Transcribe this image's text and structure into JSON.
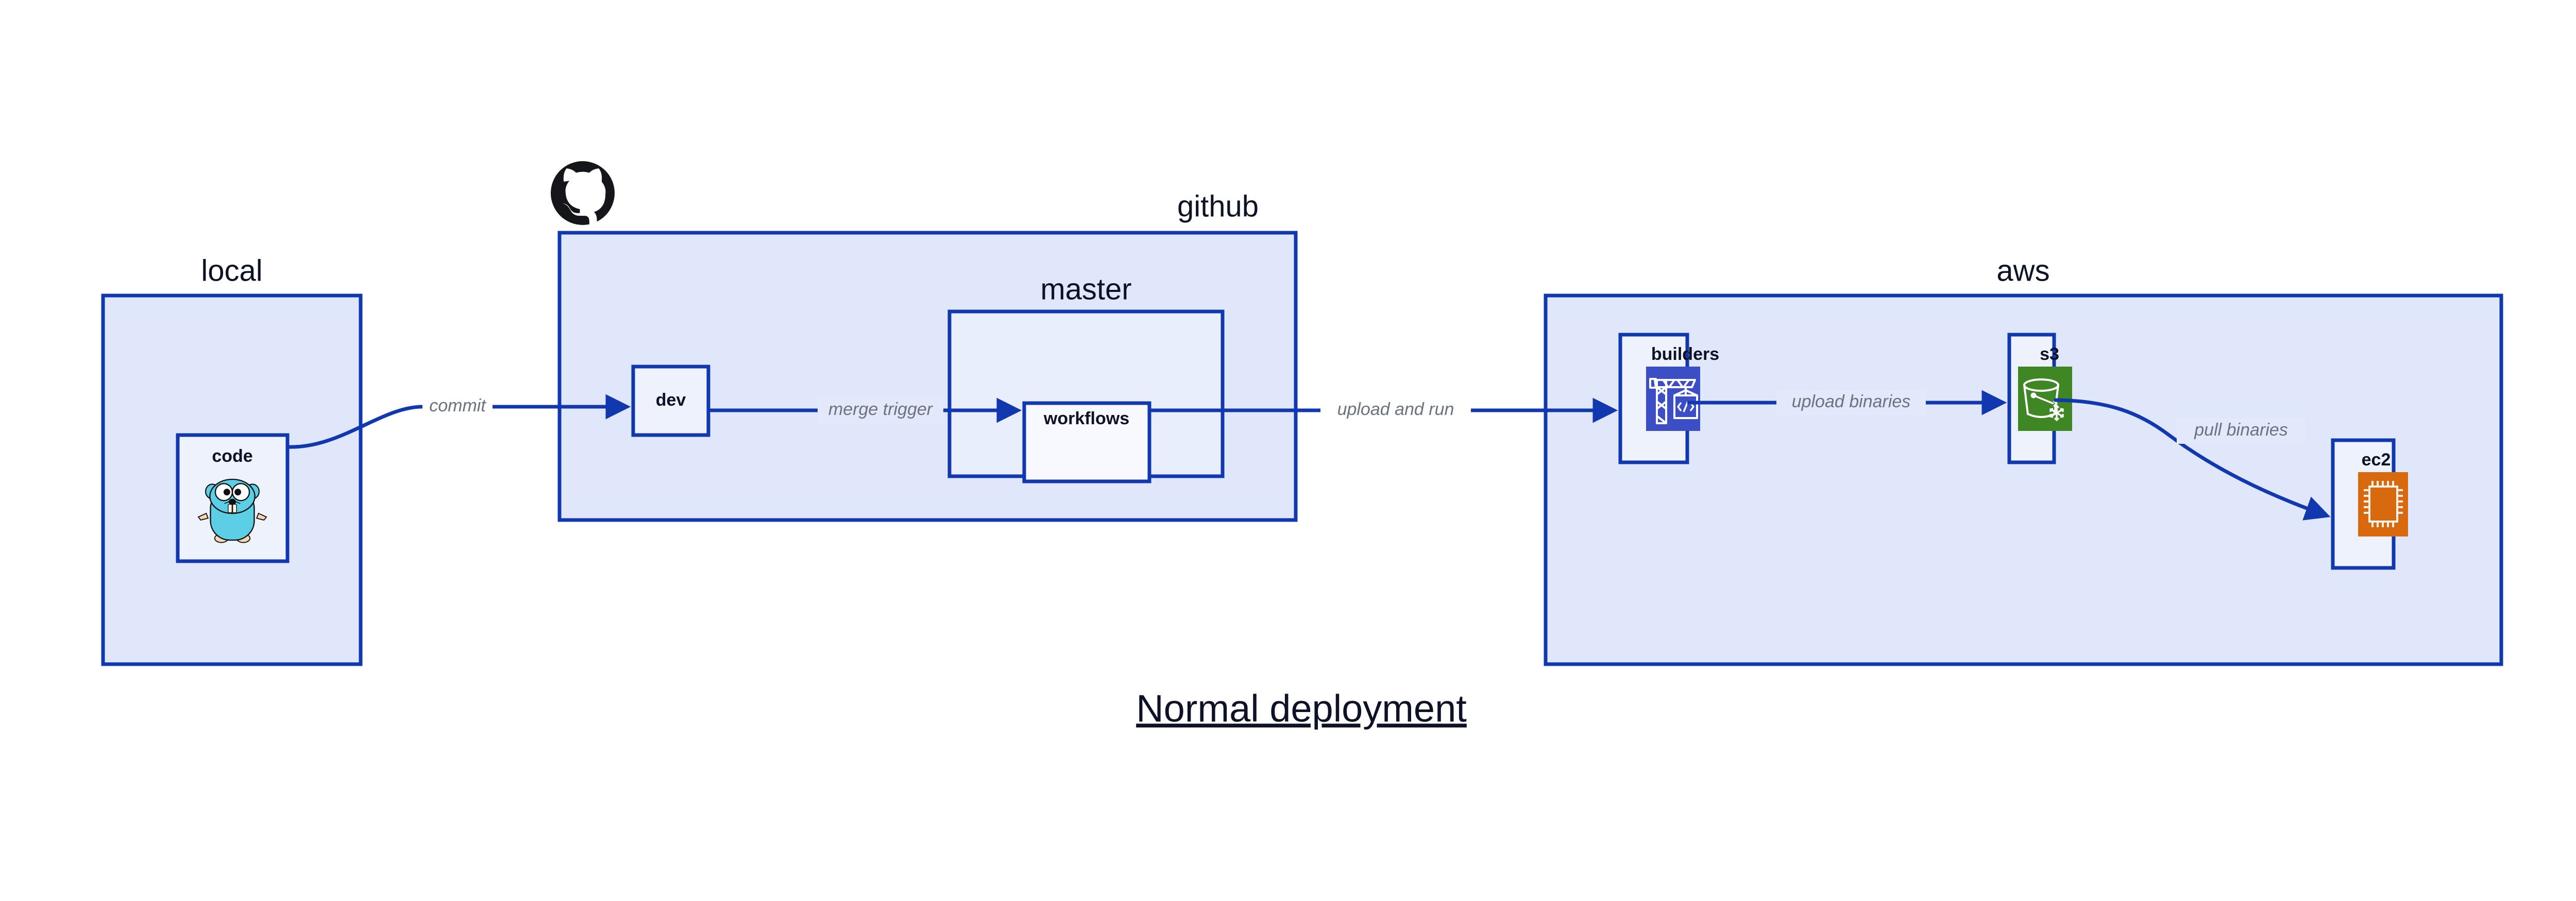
{
  "diagram": {
    "title": "Normal deployment",
    "background": "#ffffff",
    "accent_color": "#1238b0",
    "group_fill": "#e0e7fb",
    "node_fill": "#eef2fd",
    "label_color": "#0d1226",
    "edge_label_color": "#6b7280",
    "groups": [
      {
        "id": "local",
        "label": "local"
      },
      {
        "id": "github",
        "label": "github"
      },
      {
        "id": "aws",
        "label": "aws"
      }
    ],
    "subgroups": [
      {
        "id": "master",
        "label": "master",
        "parent": "github"
      }
    ],
    "nodes": [
      {
        "id": "code",
        "label": "code",
        "icon": "go-gopher-icon",
        "group": "local"
      },
      {
        "id": "dev",
        "label": "dev",
        "icon": "",
        "group": "github"
      },
      {
        "id": "workflows",
        "label": "workflows",
        "icon": "",
        "group": "master"
      },
      {
        "id": "builders",
        "label": "builders",
        "icon": "aws-codebuild-icon",
        "group": "aws"
      },
      {
        "id": "s3",
        "label": "s3",
        "icon": "aws-s3-glacier-icon",
        "group": "aws"
      },
      {
        "id": "ec2",
        "label": "ec2",
        "icon": "aws-ec2-icon",
        "group": "aws"
      }
    ],
    "edges": [
      {
        "id": "code-dev",
        "label": "commit",
        "from": "code",
        "to": "dev"
      },
      {
        "id": "dev-workflows",
        "label": "merge trigger",
        "from": "dev",
        "to": "workflows"
      },
      {
        "id": "workflows-builders",
        "label": "upload and run",
        "from": "workflows",
        "to": "builders"
      },
      {
        "id": "builders-s3",
        "label": "upload binaries",
        "from": "builders",
        "to": "s3"
      },
      {
        "id": "s3-ec2",
        "label": "pull binaries",
        "from": "s3",
        "to": "ec2"
      }
    ],
    "logos": [
      {
        "id": "github-logo",
        "name": "github-octocat-logo",
        "color": "#15161a"
      }
    ],
    "icon_colors": {
      "go_gopher": "#5ccfe6",
      "codebuild": "#3c4ec6",
      "s3_glacier": "#3f8624",
      "ec2": "#d9690f"
    }
  }
}
